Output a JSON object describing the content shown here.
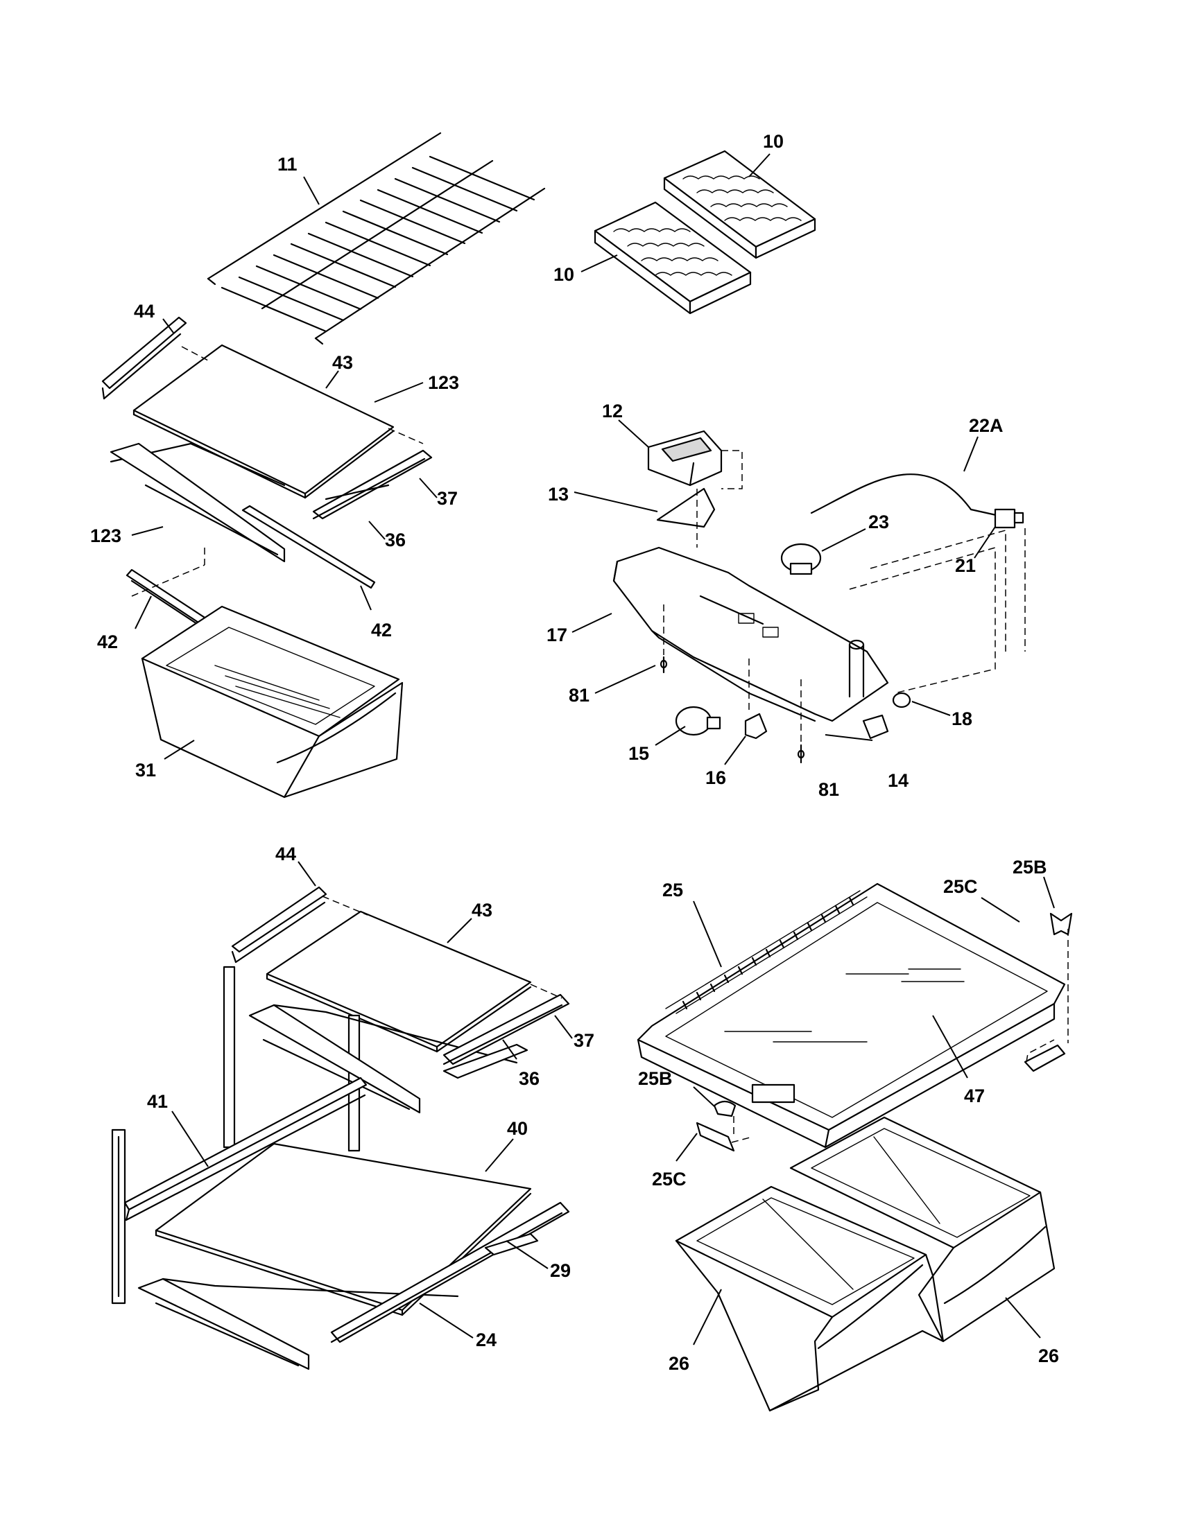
{
  "callouts": [
    {
      "id": "c11",
      "label": "11"
    },
    {
      "id": "c10a",
      "label": "10"
    },
    {
      "id": "c10b",
      "label": "10"
    },
    {
      "id": "c44a",
      "label": "44"
    },
    {
      "id": "c43a",
      "label": "43"
    },
    {
      "id": "c123a",
      "label": "123"
    },
    {
      "id": "c37a",
      "label": "37"
    },
    {
      "id": "c36a",
      "label": "36"
    },
    {
      "id": "c123b",
      "label": "123"
    },
    {
      "id": "c42a",
      "label": "42"
    },
    {
      "id": "c42b",
      "label": "42"
    },
    {
      "id": "c31",
      "label": "31"
    },
    {
      "id": "c12",
      "label": "12"
    },
    {
      "id": "c22a",
      "label": "22A"
    },
    {
      "id": "c13",
      "label": "13"
    },
    {
      "id": "c23",
      "label": "23"
    },
    {
      "id": "c21",
      "label": "21"
    },
    {
      "id": "c17",
      "label": "17"
    },
    {
      "id": "c81a",
      "label": "81"
    },
    {
      "id": "c18",
      "label": "18"
    },
    {
      "id": "c15",
      "label": "15"
    },
    {
      "id": "c16",
      "label": "16"
    },
    {
      "id": "c81b",
      "label": "81"
    },
    {
      "id": "c14",
      "label": "14"
    },
    {
      "id": "c44b",
      "label": "44"
    },
    {
      "id": "c43b",
      "label": "43"
    },
    {
      "id": "c37b",
      "label": "37"
    },
    {
      "id": "c36b",
      "label": "36"
    },
    {
      "id": "c41",
      "label": "41"
    },
    {
      "id": "c40",
      "label": "40"
    },
    {
      "id": "c29",
      "label": "29"
    },
    {
      "id": "c24",
      "label": "24"
    },
    {
      "id": "c25",
      "label": "25"
    },
    {
      "id": "c25c1",
      "label": "25C"
    },
    {
      "id": "c25b1",
      "label": "25B"
    },
    {
      "id": "c47",
      "label": "47"
    },
    {
      "id": "c25b2",
      "label": "25B"
    },
    {
      "id": "c25c2",
      "label": "25C"
    },
    {
      "id": "c26a",
      "label": "26"
    },
    {
      "id": "c26b",
      "label": "26"
    }
  ]
}
